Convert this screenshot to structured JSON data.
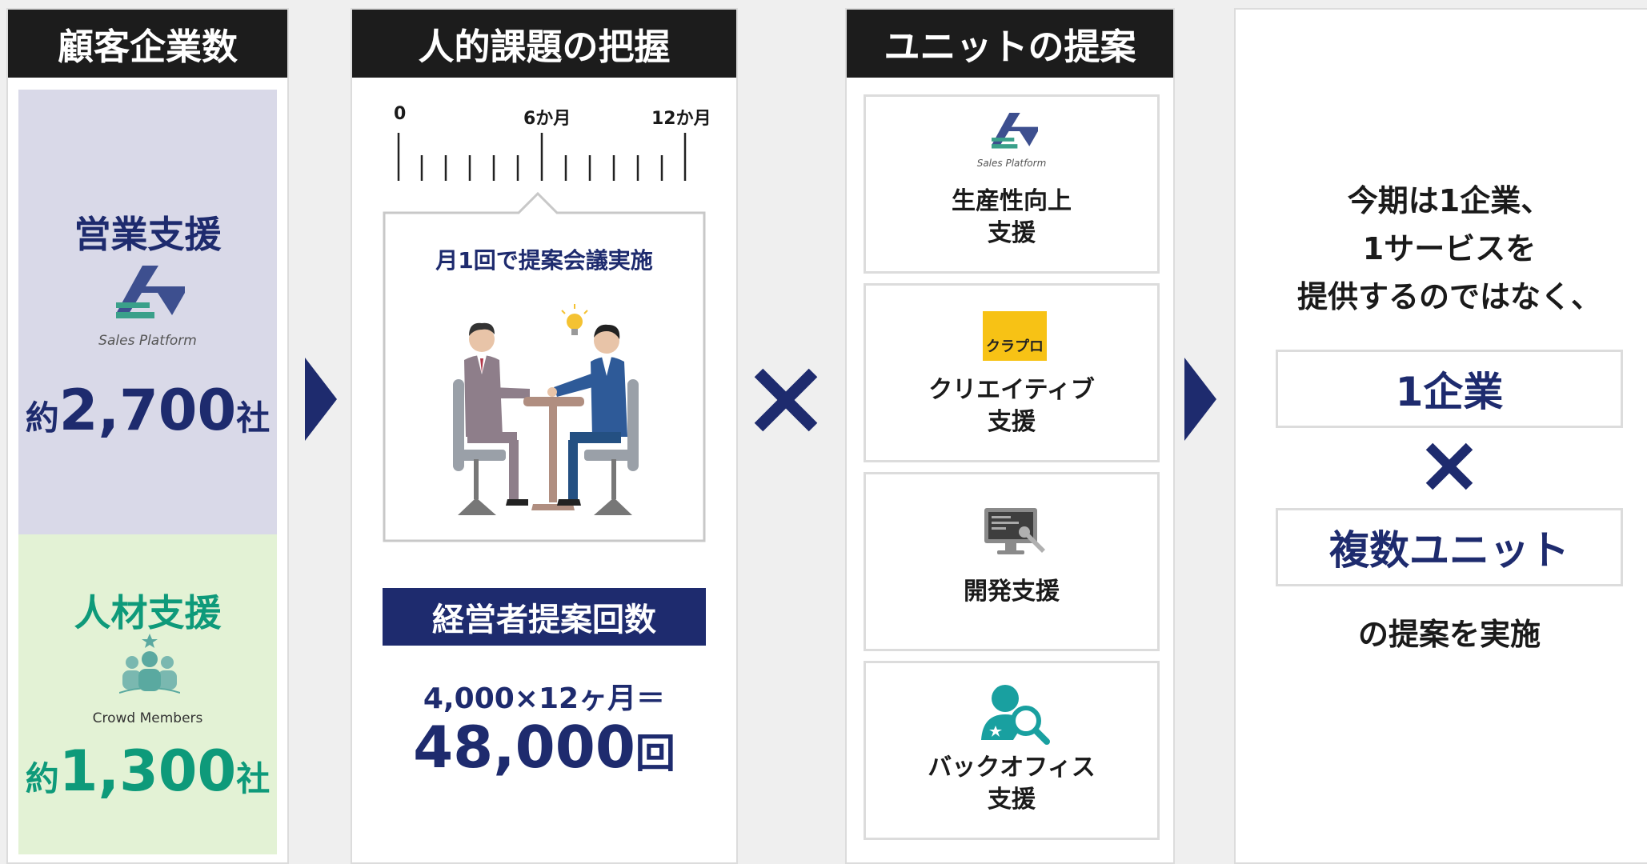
{
  "col1": {
    "header": "顧客企業数",
    "sales": {
      "title": "営業支援",
      "logo_text": "Sales Platform",
      "prefix": "約",
      "number": "2,700",
      "suffix": "社"
    },
    "hr": {
      "title": "人材支援",
      "logo_text": "Crowd Members",
      "prefix": "約",
      "number": "1,300",
      "suffix": "社"
    }
  },
  "col2": {
    "header": "人的課題の把握",
    "timeline": {
      "start": "0",
      "mid": "6か月",
      "end": "12か月"
    },
    "meeting_caption": "月1回で提案会議実施",
    "count_label": "経営者提案回数",
    "formula": "4,000×12ヶ月＝",
    "total_number": "48,000",
    "total_unit": "回"
  },
  "col3": {
    "header": "ユニットの提案",
    "units": [
      {
        "line1": "生産性向上",
        "line2": "支援",
        "logo_text": "Sales Platform"
      },
      {
        "line1": "クリエイティブ",
        "line2": "支援",
        "logo_text": "クラプロ"
      },
      {
        "line1": "開発支援",
        "line2": ""
      },
      {
        "line1": "バックオフィス",
        "line2": "支援"
      }
    ]
  },
  "col4": {
    "lines": [
      "今期は1企業、",
      "1サービスを",
      "提供するのではなく、"
    ],
    "box1": "1企業",
    "box2": "複数ユニット",
    "footer": "の提案を実施"
  },
  "colors": {
    "navy": "#1e2b6e",
    "green": "#0e9a7a",
    "header_bg": "#1c1c1c",
    "sales_bg": "#d9d9e8",
    "hr_bg": "#e3f2d5"
  }
}
